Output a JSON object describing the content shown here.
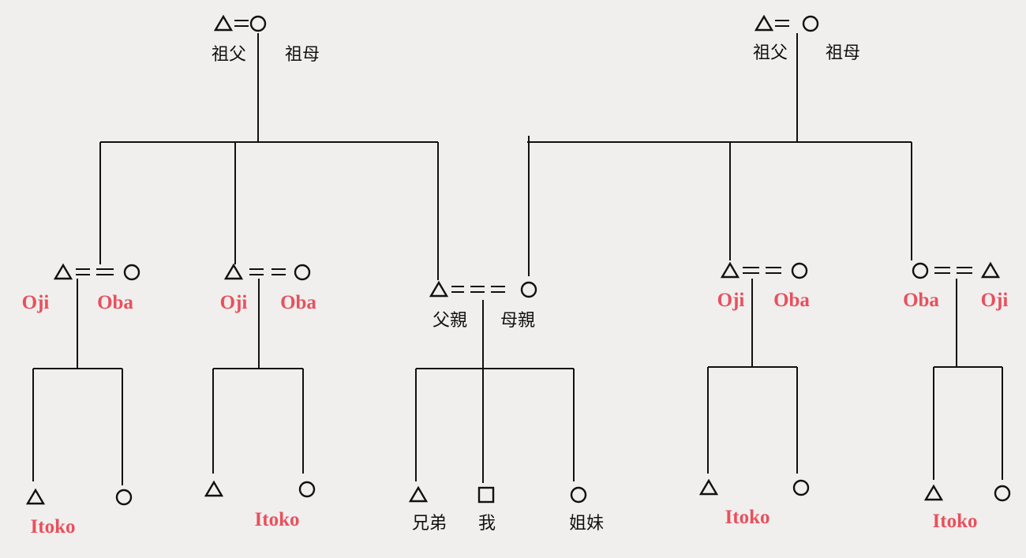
{
  "paternal_grandparents": {
    "grandfather": "祖父",
    "grandmother": "祖母"
  },
  "maternal_grandparents": {
    "grandfather": "祖父",
    "grandmother": "祖母"
  },
  "family_a": {
    "uncle": "Oji",
    "aunt": "Oba",
    "cousin": "Itoko"
  },
  "family_b": {
    "uncle": "Oji",
    "aunt": "Oba",
    "cousin": "Itoko"
  },
  "parents": {
    "father": "父親",
    "mother": "母親"
  },
  "siblings": {
    "brothers": "兄弟",
    "ego": "我",
    "sisters": "姐妹"
  },
  "family_d": {
    "uncle": "Oji",
    "aunt": "Oba",
    "cousin": "Itoko"
  },
  "family_e": {
    "aunt": "Oba",
    "uncle": "Oji",
    "cousin": "Itoko"
  },
  "colors": {
    "label_red": "#e8505e",
    "line": "#111111",
    "background": "#f0efed"
  }
}
